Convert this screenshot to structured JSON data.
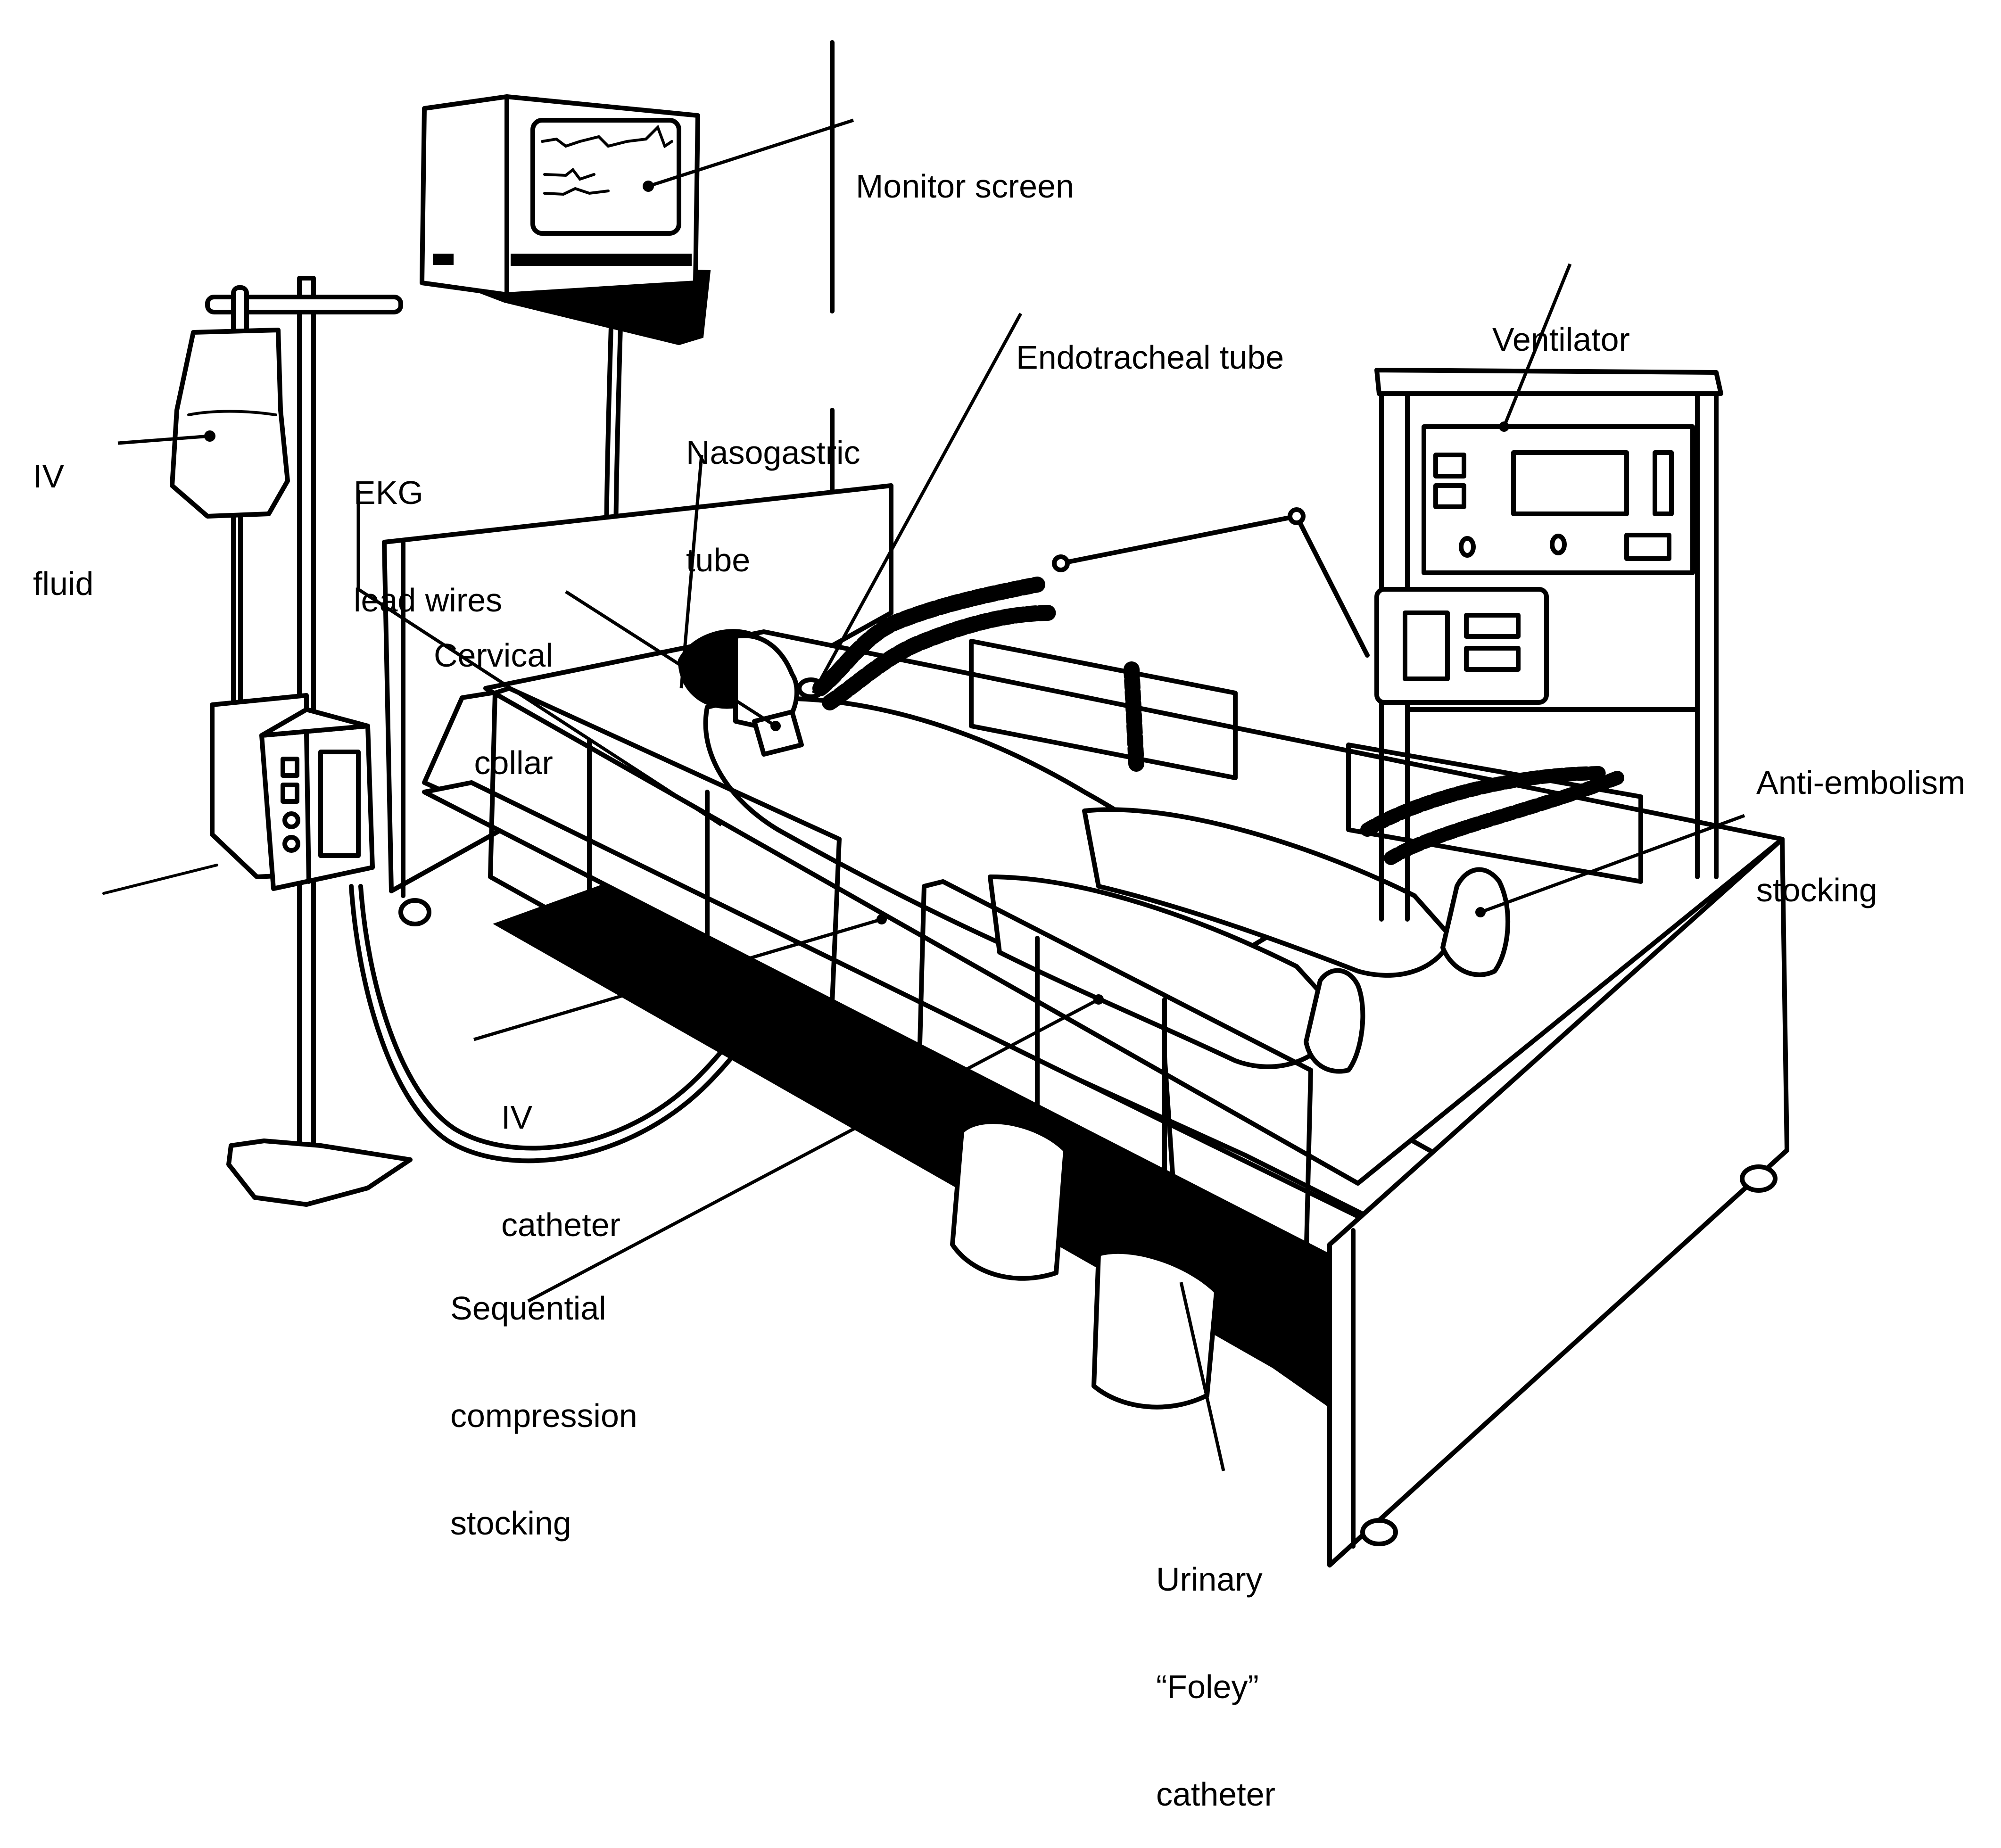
{
  "diagram": {
    "title": "ICU patient bed with life-support equipment",
    "colors": {
      "line": "#000000",
      "background": "#ffffff"
    },
    "labels": {
      "monitor_screen": {
        "lines": [
          "Monitor screen"
        ]
      },
      "endotracheal_tube": {
        "lines": [
          "Endotracheal tube"
        ]
      },
      "ventilator": {
        "lines": [
          "Ventilator"
        ]
      },
      "iv_fluid": {
        "lines": [
          "IV",
          "fluid"
        ]
      },
      "ekg_lead_wires": {
        "lines": [
          "EKG",
          "lead wires"
        ]
      },
      "nasogastric_tube": {
        "lines": [
          "Nasogastric",
          "tube"
        ]
      },
      "cervical_collar": {
        "lines": [
          "Cervical",
          "collar"
        ]
      },
      "anti_embolism_stocking": {
        "lines": [
          "Anti-embolism",
          "stocking"
        ]
      },
      "iv_catheter": {
        "lines": [
          "IV",
          "catheter"
        ]
      },
      "sequential_compression_stocking": {
        "lines": [
          "Sequential",
          "compression",
          "stocking"
        ]
      },
      "urinary_foley_catheter": {
        "lines": [
          "Urinary",
          "“Foley”",
          "catheter"
        ]
      }
    }
  }
}
